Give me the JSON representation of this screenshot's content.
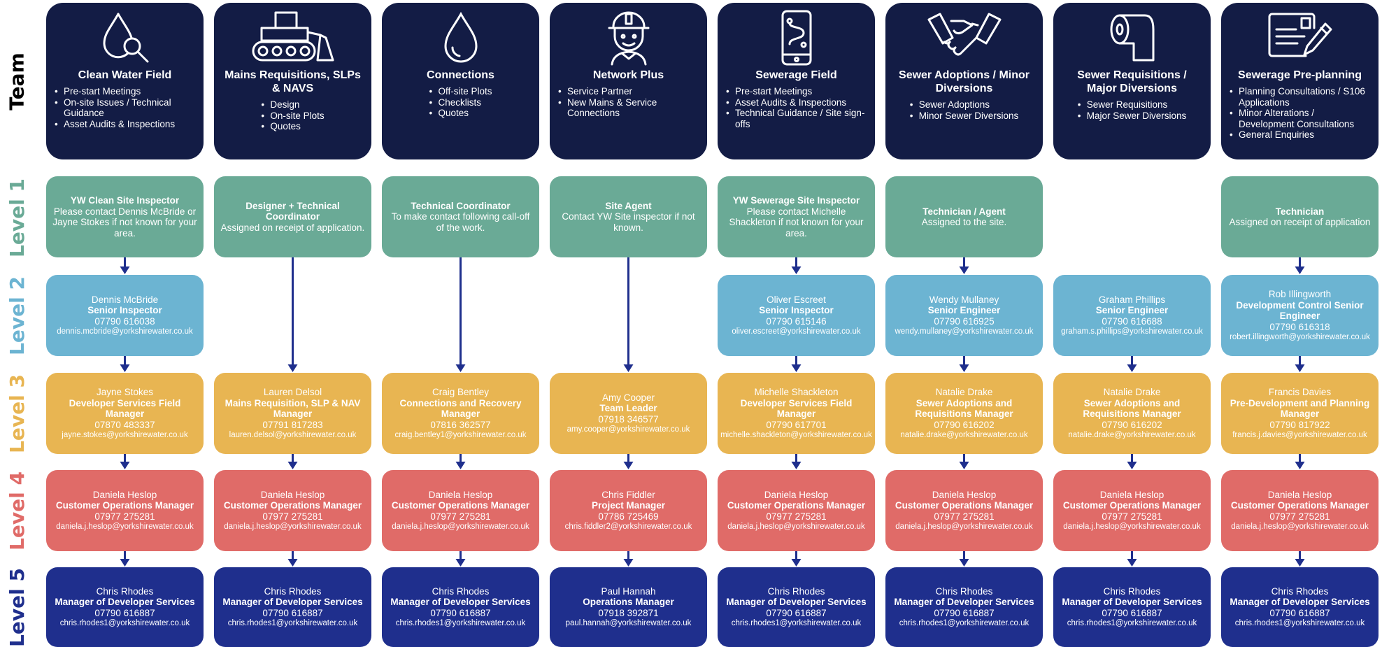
{
  "row_labels": [
    {
      "label": "Team",
      "color": "#000000"
    },
    {
      "label": "Level 1",
      "color": "#6aaa96"
    },
    {
      "label": "Level 2",
      "color": "#6cb4d2"
    },
    {
      "label": "Level 3",
      "color": "#e8b552"
    },
    {
      "label": "Level 4",
      "color": "#e06b68"
    },
    {
      "label": "Level 5",
      "color": "#1f2f8d"
    }
  ],
  "colors": {
    "team": "#131c45",
    "level1": "#6aaa96",
    "level2": "#6cb4d2",
    "level3": "#e8b552",
    "level4": "#e06b68",
    "level5": "#1f2f8d",
    "arrow": "#1f2f8d"
  },
  "columns": [
    {
      "team": {
        "icon": "water-drop-magnifier-icon",
        "title": "Clean Water Field",
        "bullets": [
          "Pre-start Meetings",
          "On-site Issues / Technical Guidance",
          "Asset Audits & Inspections"
        ]
      },
      "l1": {
        "title": "YW Clean Site Inspector",
        "text": "Please contact Dennis McBride or Jayne Stokes if not known for your area."
      },
      "l2": {
        "name": "Dennis McBride",
        "role": "Senior Inspector",
        "phone": "07790 616038",
        "email": "dennis.mcbride@yorkshirewater.co.uk"
      },
      "l3": {
        "name": "Jayne Stokes",
        "role": "Developer Services Field Manager",
        "phone": "07870 483337",
        "email": "jayne.stokes@yorkshirewater.co.uk"
      },
      "l4": {
        "name": "Daniela Heslop",
        "role": "Customer Operations Manager",
        "phone": "07977 275281",
        "email": "daniela.j.heslop@yorkshirewater.co.uk"
      },
      "l5": {
        "name": "Chris Rhodes",
        "role": "Manager of Developer Services",
        "phone": "07790 616887",
        "email": "chris.rhodes1@yorkshirewater.co.uk"
      }
    },
    {
      "team": {
        "icon": "bulldozer-icon",
        "title": "Mains Requisitions, SLPs & NAVS",
        "bullets": [
          "Design",
          "On-site Plots",
          "Quotes"
        ]
      },
      "l1": {
        "title": "Designer + Technical Coordinator",
        "text": "Assigned on receipt of application."
      },
      "l2": null,
      "l3": {
        "name": "Lauren Delsol",
        "role": "Mains Requisition, SLP & NAV Manager",
        "phone": "07791 817283",
        "email": "lauren.delsol@yorkshirewater.co.uk"
      },
      "l4": {
        "name": "Daniela Heslop",
        "role": "Customer Operations Manager",
        "phone": "07977 275281",
        "email": "daniela.j.heslop@yorkshirewater.co.uk"
      },
      "l5": {
        "name": "Chris Rhodes",
        "role": "Manager of Developer Services",
        "phone": "07790 616887",
        "email": "chris.rhodes1@yorkshirewater.co.uk"
      }
    },
    {
      "team": {
        "icon": "water-drop-icon",
        "title": "Connections",
        "bullets": [
          "Off-site Plots",
          "Checklists",
          "Quotes"
        ]
      },
      "l1": {
        "title": "Technical Coordinator",
        "text": "To make contact following call-off of the work."
      },
      "l2": null,
      "l3": {
        "name": "Craig Bentley",
        "role": "Connections and Recovery Manager",
        "phone": "07816 362577",
        "email": "craig.bentley1@yorkshirewater.co.uk"
      },
      "l4": {
        "name": "Daniela Heslop",
        "role": "Customer Operations Manager",
        "phone": "07977 275281",
        "email": "daniela.j.heslop@yorkshirewater.co.uk"
      },
      "l5": {
        "name": "Chris Rhodes",
        "role": "Manager of Developer Services",
        "phone": "07790 616887",
        "email": "chris.rhodes1@yorkshirewater.co.uk"
      }
    },
    {
      "team": {
        "icon": "hard-hat-worker-icon",
        "title": "Network Plus",
        "bullets": [
          "Service Partner",
          "New Mains & Service Connections"
        ]
      },
      "l1": {
        "title": "Site Agent",
        "text": "Contact YW Site inspector if not known."
      },
      "l2": null,
      "l3": {
        "name": "Amy Cooper",
        "role": "Team Leader",
        "phone": "07918 346577",
        "email": "amy.cooper@yorkshirewater.co.uk"
      },
      "l4": {
        "name": "Chris Fiddler",
        "role": "Project Manager",
        "phone": "07786 725469",
        "email": "chris.fiddler2@yorkshirewater.co.uk"
      },
      "l5": {
        "name": "Paul Hannah",
        "role": "Operations Manager",
        "phone": "07918 392871",
        "email": "paul.hannah@yorkshirewater.co.uk"
      }
    },
    {
      "team": {
        "icon": "mobile-route-icon",
        "title": "Sewerage Field",
        "bullets": [
          "Pre-start Meetings",
          "Asset Audits & Inspections",
          "Technical Guidance / Site sign-offs"
        ]
      },
      "l1": {
        "title": "YW Sewerage Site Inspector",
        "text": "Please contact Michelle Shackleton if not known for your area."
      },
      "l2": {
        "name": "Oliver Escreet",
        "role": "Senior Inspector",
        "phone": "07790 615146",
        "email": "oliver.escreet@yorkshirewater.co.uk"
      },
      "l3": {
        "name": "Michelle Shackleton",
        "role": "Developer Services Field Manager",
        "phone": "07790 617701",
        "email": "michelle.shackleton@yorkshirewater.co.uk"
      },
      "l4": {
        "name": "Daniela Heslop",
        "role": "Customer Operations Manager",
        "phone": "07977 275281",
        "email": "daniela.j.heslop@yorkshirewater.co.uk"
      },
      "l5": {
        "name": "Chris Rhodes",
        "role": "Manager of Developer Services",
        "phone": "07790 616887",
        "email": "chris.rhodes1@yorkshirewater.co.uk"
      }
    },
    {
      "team": {
        "icon": "handshake-icon",
        "title": "Sewer Adoptions / Minor Diversions",
        "bullets": [
          "Sewer Adoptions",
          "Minor Sewer Diversions"
        ]
      },
      "l1": {
        "title": "Technician / Agent",
        "text": "Assigned to the site."
      },
      "l2": {
        "name": "Wendy Mullaney",
        "role": "Senior Engineer",
        "phone": "07790 616925",
        "email": "wendy.mullaney@yorkshirewater.co.uk"
      },
      "l3": {
        "name": "Natalie Drake",
        "role": "Sewer Adoptions and Requisitions Manager",
        "phone": "07790 616202",
        "email": "natalie.drake@yorkshirewater.co.uk"
      },
      "l4": {
        "name": "Daniela Heslop",
        "role": "Customer Operations Manager",
        "phone": "07977 275281",
        "email": "daniela.j.heslop@yorkshirewater.co.uk"
      },
      "l5": {
        "name": "Chris Rhodes",
        "role": "Manager of Developer Services",
        "phone": "07790 616887",
        "email": "chris.rhodes1@yorkshirewater.co.uk"
      }
    },
    {
      "team": {
        "icon": "toilet-roll-icon",
        "title": "Sewer Requisitions / Major Diversions",
        "bullets": [
          "Sewer Requisitions",
          "Major Sewer Diversions"
        ]
      },
      "l1": null,
      "l2": {
        "name": "Graham Phillips",
        "role": "Senior Engineer",
        "phone": "07790 616688",
        "email": "graham.s.phillips@yorkshirewater.co.uk"
      },
      "l3": {
        "name": "Natalie Drake",
        "role": "Sewer Adoptions and Requisitions Manager",
        "phone": "07790 616202",
        "email": "natalie.drake@yorkshirewater.co.uk"
      },
      "l4": {
        "name": "Daniela Heslop",
        "role": "Customer Operations Manager",
        "phone": "07977 275281",
        "email": "daniela.j.heslop@yorkshirewater.co.uk"
      },
      "l5": {
        "name": "Chris Rhodes",
        "role": "Manager of Developer Services",
        "phone": "07790 616887",
        "email": "chris.rhodes1@yorkshirewater.co.uk"
      }
    },
    {
      "team": {
        "icon": "document-pen-icon",
        "title": "Sewerage Pre-planning",
        "bullets": [
          "Planning Consultations / S106 Applications",
          "Minor Alterations / Development Consultations",
          "General Enquiries"
        ]
      },
      "l1": {
        "title": "Technician",
        "text": "Assigned on receipt of application"
      },
      "l2": {
        "name": "Rob Illingworth",
        "role": "Development Control Senior Engineer",
        "phone": "07790 616318",
        "email": "robert.illingworth@yorkshirewater.co.uk"
      },
      "l3": {
        "name": "Francis Davies",
        "role": "Pre-Development and Planning Manager",
        "phone": "07790 817922",
        "email": "francis.j.davies@yorkshirewater.co.uk"
      },
      "l4": {
        "name": "Daniela Heslop",
        "role": "Customer Operations Manager",
        "phone": "07977 275281",
        "email": "daniela.j.heslop@yorkshirewater.co.uk"
      },
      "l5": {
        "name": "Chris Rhodes",
        "role": "Manager of Developer Services",
        "phone": "07790 616887",
        "email": "chris.rhodes1@yorkshirewater.co.uk"
      }
    }
  ]
}
